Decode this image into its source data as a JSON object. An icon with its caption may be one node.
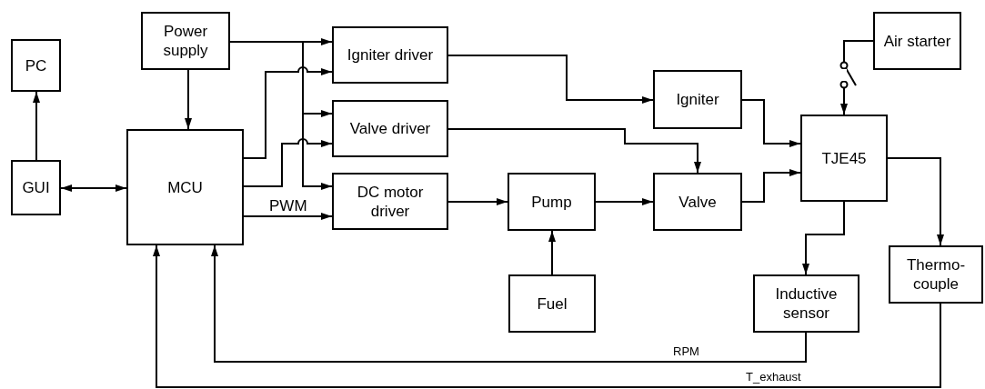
{
  "diagram": {
    "nodes": [
      {
        "text": [
          "PC"
        ]
      },
      {
        "text": [
          "GUI"
        ]
      },
      {
        "text": [
          "Power supply"
        ]
      },
      {
        "text": [
          "MCU"
        ]
      },
      {
        "text": [
          "Igniter driver"
        ]
      },
      {
        "text": [
          "Valve driver"
        ]
      },
      {
        "text": [
          "DC motor driver"
        ]
      },
      {
        "text": [
          "Pump"
        ]
      },
      {
        "text": [
          "Fuel"
        ]
      },
      {
        "text": [
          "Igniter"
        ]
      },
      {
        "text": [
          "Valve"
        ]
      },
      {
        "text": [
          "TJE45"
        ]
      },
      {
        "text": [
          "Air starter"
        ]
      },
      {
        "text": [
          "Inductive sensor"
        ]
      },
      {
        "text": [
          "Thermo- couple"
        ]
      }
    ],
    "edges": [
      {
        "from": 1,
        "to": 0,
        "arrow": "to"
      },
      {
        "from": 1,
        "to": 3,
        "arrow": "both"
      },
      {
        "from": 2,
        "to": 3,
        "arrow": "to"
      },
      {
        "from": 2,
        "to": 4,
        "arrow": "to"
      },
      {
        "from": 2,
        "to": 5,
        "arrow": "to"
      },
      {
        "from": 2,
        "to": 6,
        "arrow": "to"
      },
      {
        "from": 3,
        "to": 4,
        "arrow": "to"
      },
      {
        "from": 3,
        "to": 5,
        "arrow": "to"
      },
      {
        "from": 3,
        "to": 6,
        "arrow": "to",
        "label": "PWM"
      },
      {
        "from": 4,
        "to": 9,
        "arrow": "to"
      },
      {
        "from": 5,
        "to": 10,
        "arrow": "to"
      },
      {
        "from": 6,
        "to": 7,
        "arrow": "to"
      },
      {
        "from": 8,
        "to": 7,
        "arrow": "to"
      },
      {
        "from": 7,
        "to": 10,
        "arrow": "to"
      },
      {
        "from": 9,
        "to": 11,
        "arrow": "to"
      },
      {
        "from": 10,
        "to": 11,
        "arrow": "to"
      },
      {
        "from": 12,
        "to": 11,
        "arrow": "to"
      },
      {
        "from": 11,
        "to": 14,
        "arrow": "to"
      },
      {
        "from": 11,
        "to": 13,
        "arrow": "to"
      },
      {
        "from": 13,
        "to": 3,
        "arrow": "to",
        "label": "RPM"
      },
      {
        "from": 14,
        "to": 3,
        "arrow": "to",
        "label": "T_exhaust"
      }
    ]
  }
}
